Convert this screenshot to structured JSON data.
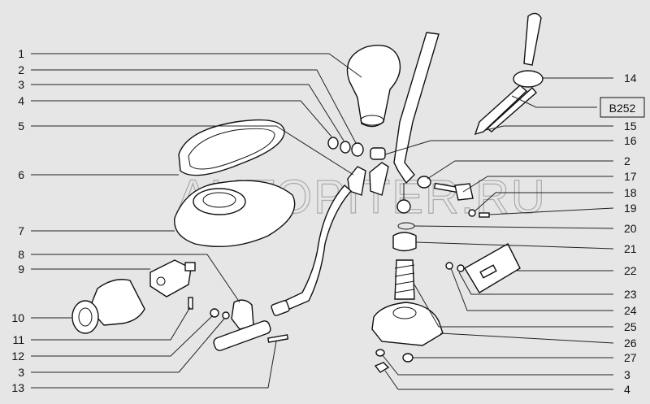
{
  "diagram": {
    "watermark": "AUTOPITER.RU",
    "reference_box": "B252",
    "left_labels": [
      "1",
      "2",
      "3",
      "4",
      "5",
      "6",
      "7",
      "8",
      "9",
      "10",
      "11",
      "12",
      "3",
      "13"
    ],
    "right_labels": [
      "14",
      "15",
      "16",
      "2",
      "17",
      "18",
      "19",
      "20",
      "21",
      "22",
      "23",
      "24",
      "25",
      "26",
      "27",
      "3",
      "4"
    ]
  }
}
